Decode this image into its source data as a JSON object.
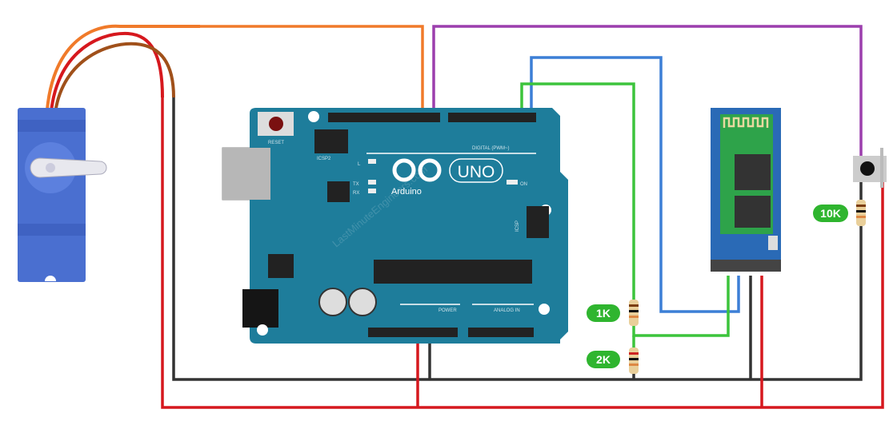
{
  "board": {
    "logo_text": "Arduino",
    "model": "UNO",
    "reset_label": "RESET",
    "icsp2_label": "ICSP2",
    "icsp_label": "ICSP",
    "digital_label": "DIGITAL (PWM~)",
    "power_label": "POWER",
    "analog_label": "ANALOG IN",
    "led_l": "L",
    "led_tx": "TX",
    "led_rx": "RX",
    "led_on": "ON",
    "watermark": "LastMinuteEngineers.com"
  },
  "resistors": [
    {
      "label": "1K"
    },
    {
      "label": "2K"
    },
    {
      "label": "10K"
    }
  ],
  "colors": {
    "board": "#1e7d9b",
    "label_bg": "#2fb52f",
    "wire_orange": "#f07a2a",
    "wire_purple": "#9c3fad",
    "wire_blue": "#3c7fd6",
    "wire_green": "#3cc43c",
    "wire_black": "#333333",
    "wire_red": "#d6181e",
    "servo": "#4a6fd0",
    "hc05": "#2a6ab6"
  }
}
